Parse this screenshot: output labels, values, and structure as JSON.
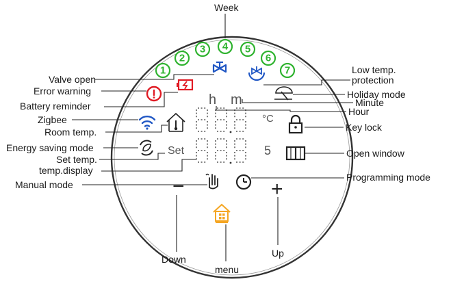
{
  "labels": {
    "week": "Week",
    "valve_open": "Valve open",
    "error_warning": "Error warning",
    "battery_reminder": "Battery reminder",
    "zigbee": "Zigbee",
    "room_temp": "Room temp.",
    "energy_saving": "Energy saving mode",
    "set_temp": "Set temp.",
    "temp_display": "temp.display",
    "manual_mode": "Manual mode",
    "low_temp_1": "Low temp.",
    "low_temp_2": "protection",
    "holiday_mode": "Holiday mode",
    "minute": "Minute",
    "hour": "Hour",
    "key_lock": "Key lock",
    "open_window": "Open window",
    "programming_mode": "Programming mode",
    "down": "Down",
    "up": "Up",
    "menu": "menu"
  },
  "display": {
    "hour_glyph": "h",
    "minute_glyph": "m",
    "degree_glyph": "°C",
    "seconds_glyph": "5",
    "set_text": "Set",
    "week_days": [
      "1",
      "2",
      "3",
      "4",
      "5",
      "6",
      "7"
    ],
    "minus": "−",
    "plus": "+"
  },
  "colors": {
    "week_green": "#2fb32f",
    "valve_blue": "#1f56c4",
    "zigbee_blue": "#1f56c4",
    "error_red": "#e01b24",
    "menu_orange": "#f5a623",
    "ring": "#333333"
  },
  "icons": [
    "valve-icon",
    "error-icon",
    "battery-icon",
    "zigbee-icon",
    "room-temp-icon",
    "energy-saving-icon",
    "manual-mode-icon",
    "low-temp-protection-icon",
    "holiday-icon",
    "key-lock-icon",
    "open-window-icon",
    "programming-mode-icon",
    "menu-home-icon"
  ]
}
